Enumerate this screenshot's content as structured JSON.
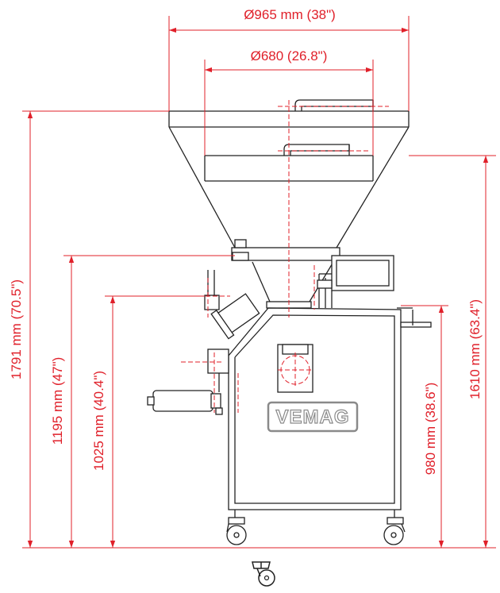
{
  "dimensions": {
    "top_diameter": "Ø965 mm (38\")",
    "inner_diameter": "Ø680 (26.8\")",
    "total_height": "1791 mm (70.5\")",
    "height_1195": "1195 mm (47\")",
    "height_1025": "1025 mm (40.4\")",
    "height_1610": "1610 mm (63.4\")",
    "height_980": "980 mm (38.6\")"
  },
  "brand": {
    "logo": "VEMAG"
  },
  "colors": {
    "dimension": "#e0202a",
    "machine": "#222222",
    "logo": "#8a8a8a"
  },
  "icons": {
    "caster_symbol": "caster-wheel-icon"
  }
}
